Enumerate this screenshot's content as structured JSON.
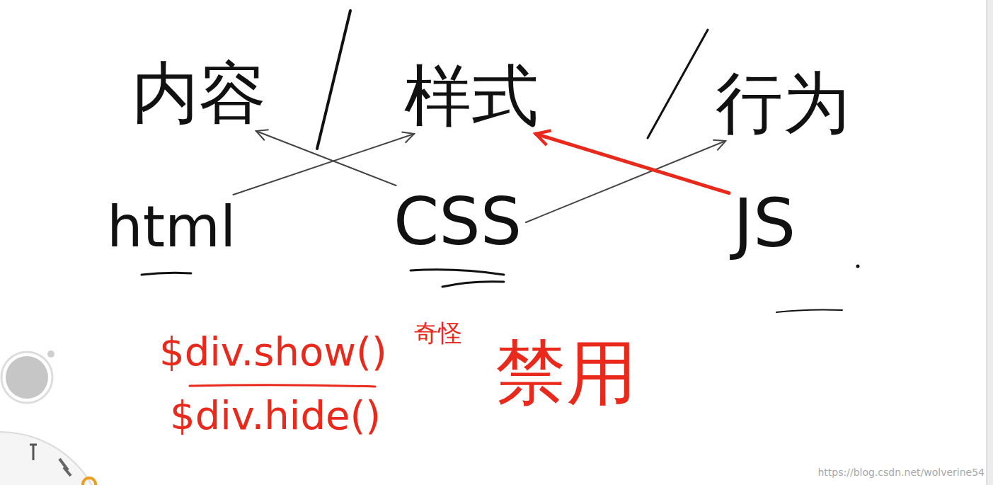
{
  "diagram": {
    "nodes": [
      {
        "text": [
          "内容"
        ]
      },
      {
        "text": [
          "样式"
        ]
      },
      {
        "text": [
          "行为"
        ]
      },
      {
        "text": [
          "html"
        ]
      },
      {
        "text": [
          "CSS"
        ]
      },
      {
        "text": [
          "JS"
        ]
      }
    ],
    "edges": [
      {
        "from": 3,
        "to": 1,
        "arrow": "to"
      },
      {
        "from": 4,
        "to": 0,
        "arrow": "to"
      },
      {
        "from": 4,
        "to": 2,
        "arrow": "to"
      },
      {
        "from": 5,
        "to": 1,
        "arrow": "to"
      }
    ],
    "labels": [
      "$div.show()",
      "奇怪",
      "$div.hide()",
      "禁用",
      "https://blog.csdn.net/wolverine54"
    ]
  }
}
